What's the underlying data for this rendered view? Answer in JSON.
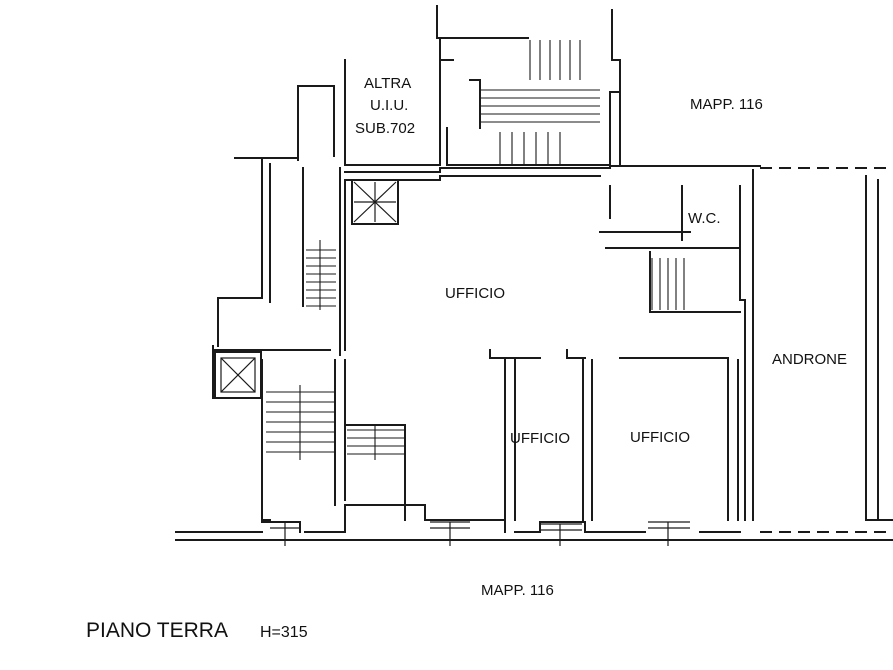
{
  "labels": {
    "altra_1": "ALTRA",
    "altra_2": "U.I.U.",
    "altra_3": "SUB.702",
    "mapp_top": "MAPP. 116",
    "wc": "W.C.",
    "ufficio_main": "UFFICIO",
    "androne": "ANDRONE",
    "ufficio_left": "UFFICIO",
    "ufficio_right": "UFFICIO",
    "mapp_bottom": "MAPP. 116",
    "floor_name": "PIANO TERRA",
    "height": "H=315"
  }
}
